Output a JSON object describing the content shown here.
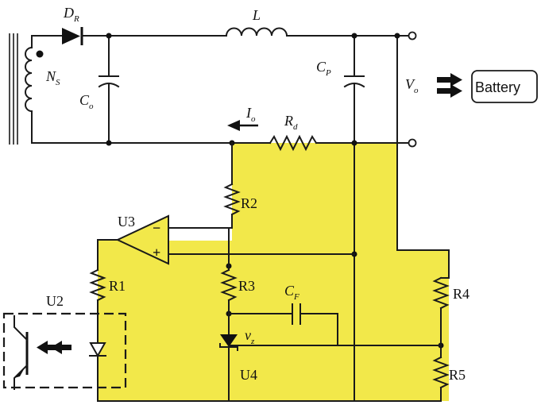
{
  "labels": {
    "dr": "D",
    "dr_sub": "R",
    "l": "L",
    "ns": "N",
    "ns_sub": "S",
    "co": "C",
    "co_sub": "o",
    "cp": "C",
    "cp_sub": "P",
    "vo": "V",
    "vo_sub": "o",
    "io": "I",
    "io_sub": "o",
    "rd": "R",
    "rd_sub": "d",
    "cf": "C",
    "cf_sub": "F",
    "vz": "v",
    "vz_sub": "z",
    "r1": "R1",
    "r2": "R2",
    "r3": "R3",
    "r4": "R4",
    "r5": "R5",
    "u2": "U2",
    "u3": "U3",
    "u4": "U4",
    "minus": "−",
    "plus": "+"
  },
  "battery": {
    "label": "Battery"
  },
  "colors": {
    "highlight": "#f2e84a",
    "wire": "#1a1a1a"
  }
}
